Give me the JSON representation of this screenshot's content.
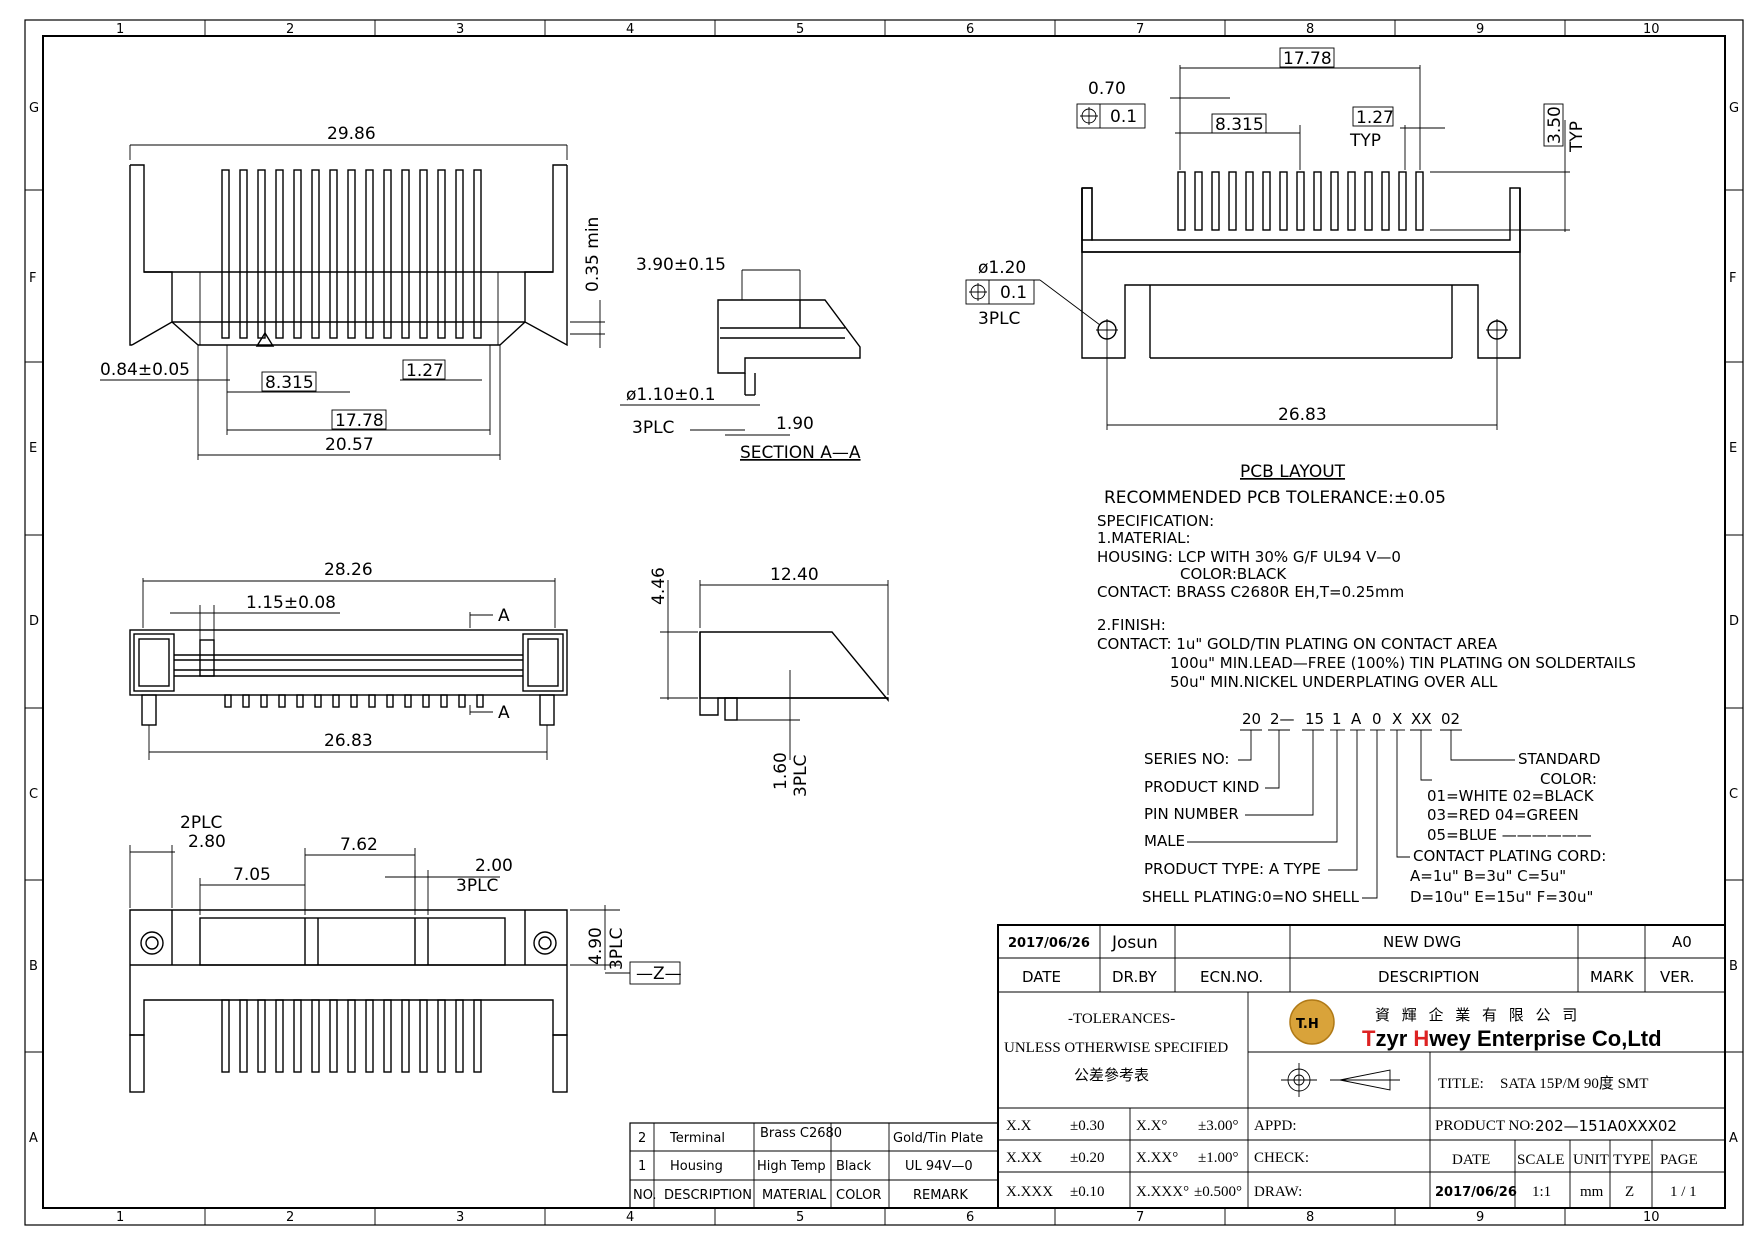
{
  "frame": {
    "cols": [
      "1",
      "2",
      "3",
      "4",
      "5",
      "6",
      "7",
      "8",
      "9",
      "10"
    ],
    "rows": [
      "G",
      "F",
      "E",
      "D",
      "C",
      "B",
      "A"
    ]
  },
  "front_view": {
    "dims": [
      "29.86",
      "0.35 min",
      "0.84±0.05",
      "8.315",
      "1.27",
      "17.78",
      "20.57"
    ]
  },
  "section_view": {
    "dims": [
      "3.90±0.15",
      "ø1.10±0.1",
      "3PLC",
      "1.90"
    ],
    "title": "SECTION A—A"
  },
  "pcb_view": {
    "dims": [
      "17.78",
      "0.70",
      "0.1",
      "8.315",
      "1.27",
      "TYP",
      "3.50",
      "TYP",
      "ø1.20",
      "0.1",
      "3PLC",
      "26.83"
    ]
  },
  "top_view": {
    "dims": [
      "28.26",
      "1.15±0.08",
      "A",
      "A",
      "26.83"
    ]
  },
  "side_view": {
    "dims": [
      "4.46",
      "12.40",
      "1.60",
      "3PLC"
    ]
  },
  "bottom_view": {
    "dims": [
      "2PLC",
      "2.80",
      "7.62",
      "7.05",
      "2.00",
      "3PLC",
      "4.90",
      "3PLC",
      "—Z—"
    ]
  },
  "notes": {
    "pcb_title": "PCB  LAYOUT",
    "tolerance": "RECOMMENDED  PCB  TOLERANCE:±0.05",
    "lines": [
      "SPECIFICATION:",
      "1.MATERIAL:",
      "HOUSING:  LCP  WITH  30%  G/F  UL94  V—0",
      "COLOR:BLACK",
      "CONTACT:  BRASS  C2680R  EH,T=0.25mm",
      "2.FINISH:",
      "CONTACT:  1u\"  GOLD/TIN  PLATING  ON  CONTACT  AREA",
      "100u\"  MIN.LEAD—FREE  (100%)  TIN  PLATING  ON  SOLDERTAILS",
      "50u\"  MIN.NICKEL  UNDERPLATING  OVER  ALL"
    ]
  },
  "part_code": {
    "segments": [
      "20",
      "2—",
      "15",
      "1",
      "A",
      "0",
      "X",
      "XX",
      "02"
    ],
    "labels": [
      "SERIES  NO:",
      "PRODUCT  KIND",
      "PIN  NUMBER",
      "MALE",
      "PRODUCT  TYPE:  A  TYPE",
      "SHELL  PLATING:0=NO  SHELL"
    ],
    "right_labels": [
      "STANDARD",
      "COLOR:",
      "01=WHITE  02=BLACK",
      "03=RED    04=GREEN",
      "05=BLUE  ——————",
      "CONTACT  PLATING  CORD:",
      "A=1u\"   B=3u\"   C=5u\"",
      "D=10u\"  E=15u\"  F=30u\""
    ]
  },
  "bom": {
    "rows": [
      {
        "no": "2",
        "desc": "Terminal",
        "mat": "Brass C2680",
        "color": "",
        "remark": "Gold/Tin Plate"
      },
      {
        "no": "1",
        "desc": "Housing",
        "mat": "High Temp",
        "color": "Black",
        "remark": "UL 94V—0"
      }
    ],
    "headers": [
      "NO.",
      "DESCRIPTION",
      "MATERIAL",
      "COLOR",
      "REMARK"
    ]
  },
  "title_block": {
    "rev_date": "2017/06/26",
    "rev_by": "Josun",
    "rev_desc": "NEW  DWG",
    "rev_ver": "A0",
    "h_date": "DATE",
    "h_drby": "DR.BY",
    "h_ecn": "ECN.NO.",
    "h_desc": "DESCRIPTION",
    "h_mark": "MARK",
    "h_ver": "VER.",
    "tol1": "-TOLERANCES-",
    "tol2": "UNLESS OTHERWISE SPECIFIED",
    "tol3": "公差參考表",
    "logo_text": "T.H",
    "company_cn": "資 輝 企 業 有 限 公 司",
    "company_en_1": "T",
    "company_en_2": "zyr ",
    "company_en_3": "H",
    "company_en_4": "wey Enterprise Co,Ltd",
    "title_label": "TITLE:",
    "title_value": "SATA 15P/M 90度 SMT",
    "tol_rows": [
      [
        "X.X",
        "±0.30",
        "X.X°",
        "±3.00°"
      ],
      [
        "X.XX",
        "±0.20",
        "X.XX°",
        "±1.00°"
      ],
      [
        "X.XXX",
        "±0.10",
        "X.XXX°",
        "±0.500°"
      ]
    ],
    "appd": "APPD:",
    "check": "CHECK:",
    "draw": "DRAW:",
    "product_no_label": "PRODUCT NO:",
    "product_no": "202—151A0XXX02",
    "b_date": "DATE",
    "b_scale": "SCALE",
    "b_unit": "UNIT",
    "b_type": "TYPE",
    "b_page": "PAGE",
    "v_date": "2017/06/26",
    "v_scale": "1:1",
    "v_unit": "mm",
    "v_type": "Z",
    "v_page": "1 / 1"
  }
}
